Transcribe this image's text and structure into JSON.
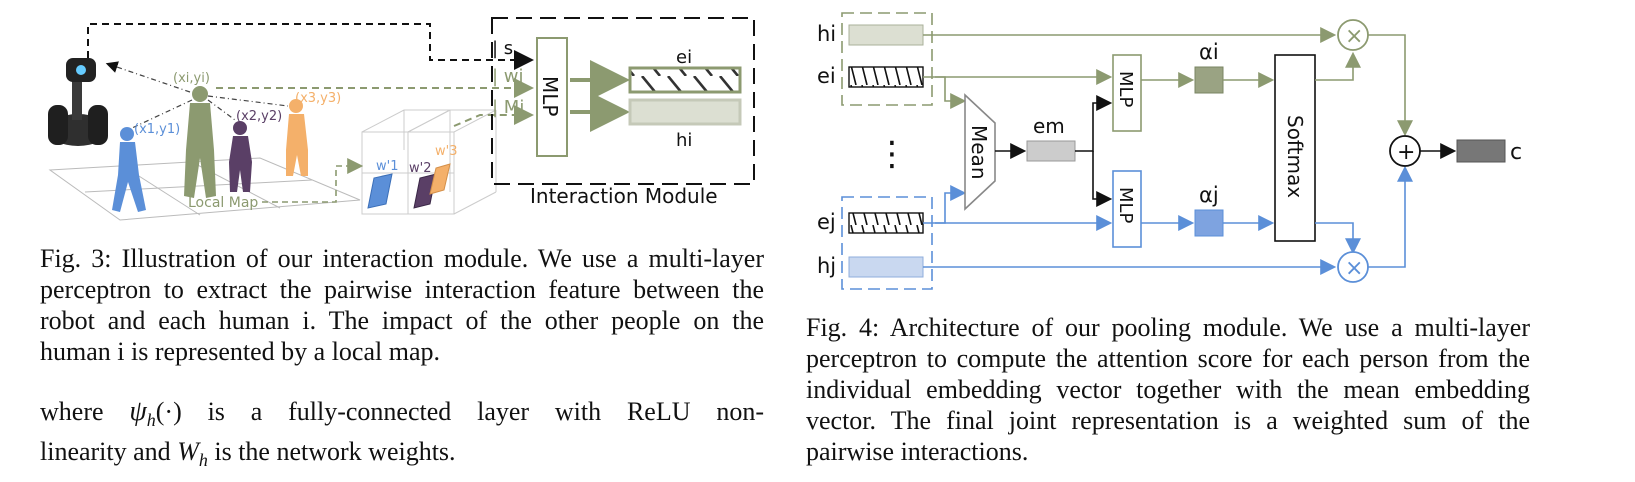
{
  "fig3": {
    "labels": {
      "s": "s",
      "wi": "wi",
      "mi": "Mi",
      "mlp": "MLP",
      "ei": "ei",
      "hi": "hi",
      "module": "Interaction Module",
      "robot_pos": "(xi,yi)",
      "h1_pos": "(x1,y1)",
      "h2_pos": "(x2,y2)",
      "h3_pos": "(x3,y3)",
      "w1": "w'1",
      "w2": "w'2",
      "w3": "w'3",
      "local_map": "Local Map"
    },
    "caption": "Fig. 3: Illustration of our interaction module. We use a multi-layer perceptron to extract the pairwise interaction feature between the robot and each human i. The impact of the other people on the human i is represented by a local map."
  },
  "body_text": {
    "line1_a": "where ",
    "psi": "ψ",
    "sub_h": "h",
    "paren": "(·)",
    "line1_b": " is a fully-connected layer with ReLU non-",
    "line2_a": "linearity and ",
    "W": "W",
    "line2_b": " is the network weights."
  },
  "fig4": {
    "labels": {
      "hi": "hi",
      "ei": "ei",
      "dots": "⋮",
      "ej": "ej",
      "hj": "hj",
      "mean": "Mean",
      "em": "em",
      "mlp_top": "MLP",
      "mlp_bottom": "MLP",
      "alpha_i": "αi",
      "alpha_j": "αj",
      "softmax": "Softmax",
      "times": "×",
      "plus": "+",
      "c": "c"
    },
    "caption": "Fig. 4: Architecture of our pooling module. We use a multi-layer perceptron to compute the attention score for each person from the individual embedding vector together with the mean embedding vector. The final joint representation is a weighted sum of the pairwise interactions."
  },
  "colors": {
    "olive": "#8c9a70",
    "olive_fill": "#dcdfd2",
    "blue": "#5b8fd8",
    "blue_fill": "#c9d8f0",
    "gray_box": "#cccccc",
    "dark_box": "#777777",
    "orange": "#f4b06a",
    "purple": "#5a3f66"
  }
}
